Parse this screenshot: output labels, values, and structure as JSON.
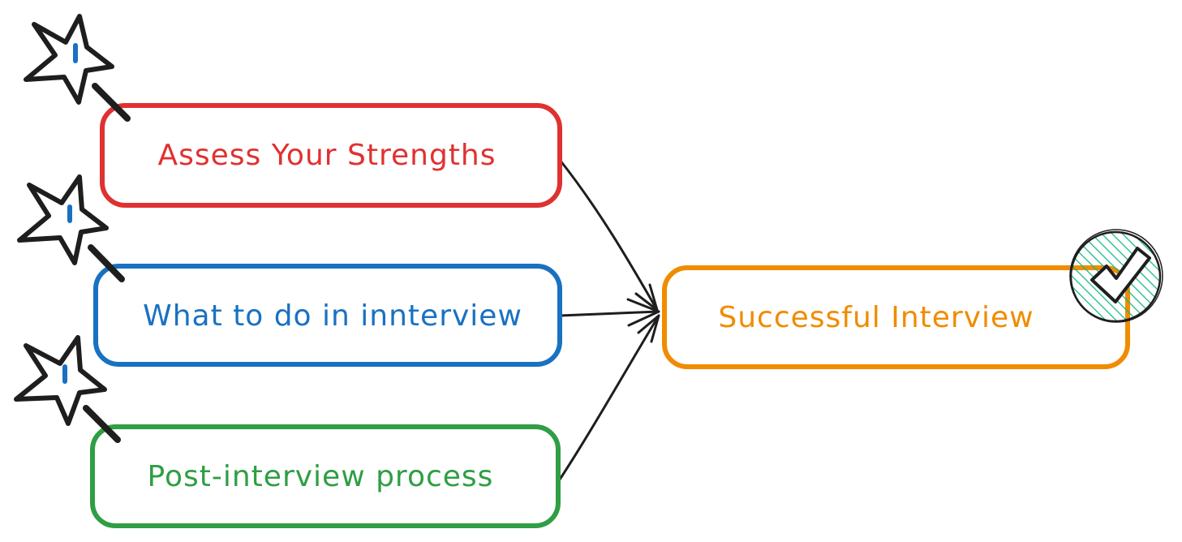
{
  "nodes": [
    {
      "id": "assess",
      "label": "Assess Your Strengths",
      "color": "#e03131"
    },
    {
      "id": "interview",
      "label": "What to do in innterview",
      "color": "#1971c2"
    },
    {
      "id": "post",
      "label": "Post-interview process",
      "color": "#2f9e44"
    },
    {
      "id": "success",
      "label": "Successful Interview",
      "color": "#f08c00"
    }
  ],
  "edges": [
    {
      "from": "Assess Your Strengths",
      "to": "Successful Interview"
    },
    {
      "from": "What to do in innterview",
      "to": "Successful Interview"
    },
    {
      "from": "Post-interview process",
      "to": "Successful Interview"
    }
  ],
  "icons": {
    "wand": "magic-wand-icon",
    "wand_color": "#1e1e1e",
    "wand_accent": "#1971c2",
    "check": "checkmark-badge-icon",
    "check_fill": "#12b886"
  },
  "arrow_color": "#1e1e1e"
}
